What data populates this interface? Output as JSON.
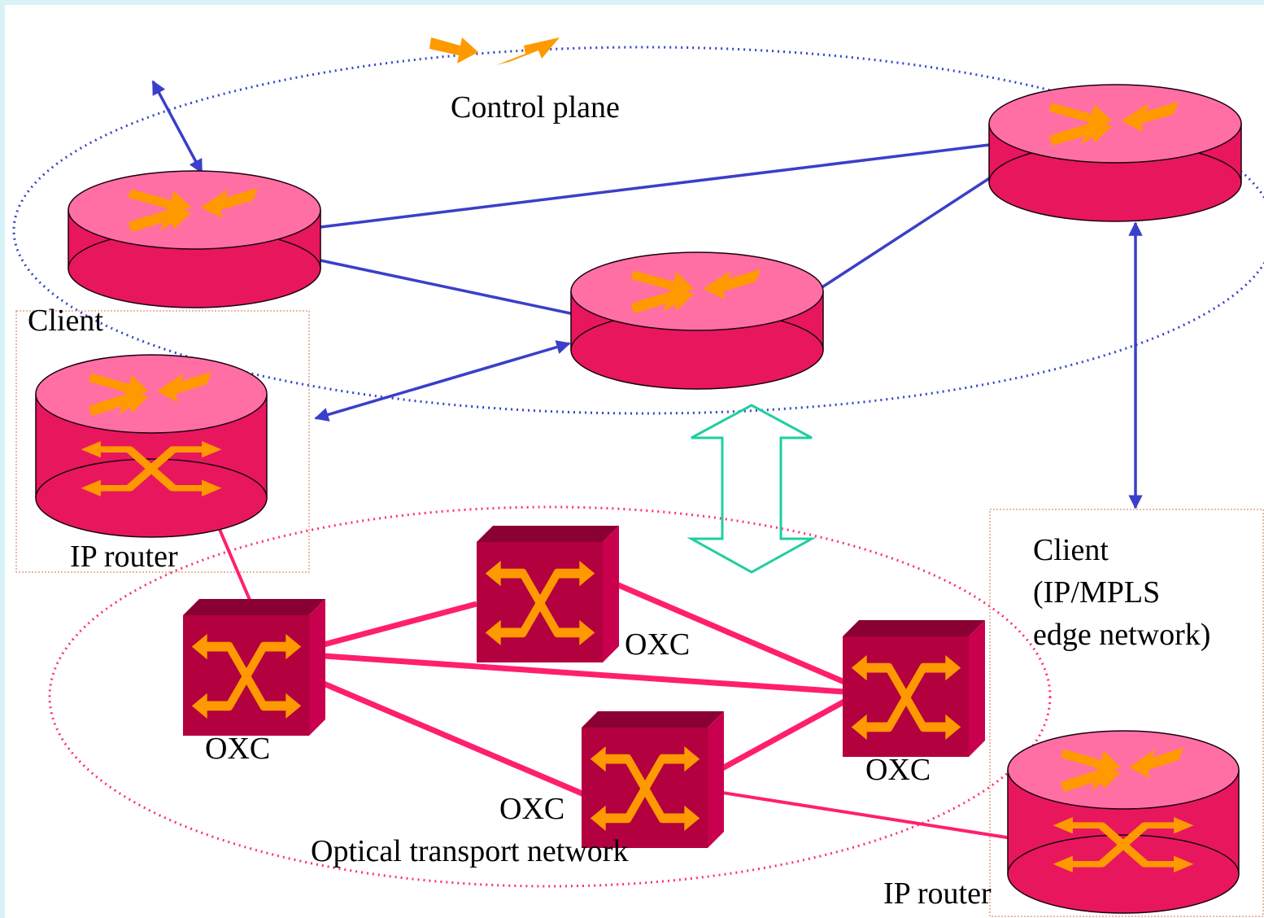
{
  "labels": {
    "control_plane": "Control plane",
    "client_left": "Client",
    "ip_router_left": "IP router",
    "client_right_line1": "Client",
    "client_right_line2": "(IP/MPLS",
    "client_right_line3": "edge network)",
    "ip_router_right": "IP router",
    "oxc_top": "OXC",
    "oxc_left": "OXC",
    "oxc_right": "OXC",
    "oxc_bottom": "OXC",
    "optical_network": "Optical transport network"
  },
  "colors": {
    "background": "#ffffff",
    "frame": "#d7f3f7",
    "router_side": "#e8175d",
    "router_top": "#ff6fa4",
    "oxc_front": "#b3003f",
    "oxc_side": "#c8004e",
    "oxc_top": "#8a0033",
    "arrow_orange": "#ff9900",
    "control_link_blue": "#3a3fc9",
    "transport_link_pink": "#ff1f6e",
    "control_ellipse": "#3344cc",
    "transport_ellipse": "#ff2f74",
    "interface_arrow": "#1fcf9f",
    "client_box_border": "#e0a28a"
  },
  "icons": [
    "router-icon",
    "optical-cross-connect-icon",
    "double-arrow-icon"
  ]
}
